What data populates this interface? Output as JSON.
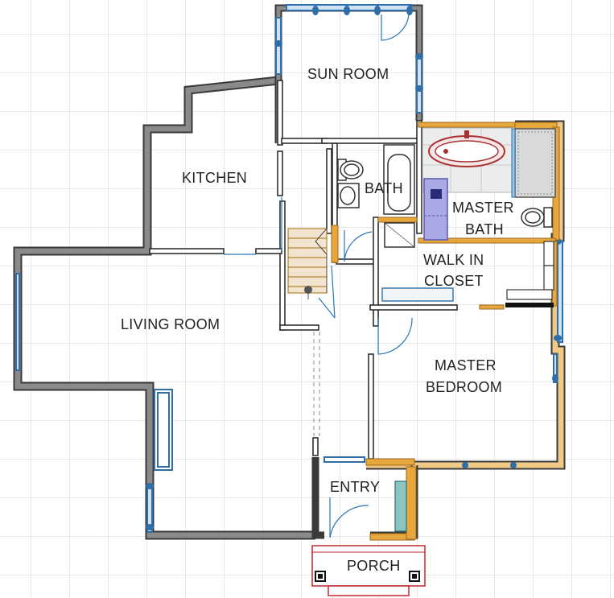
{
  "rooms": {
    "sun_room": "SUN ROOM",
    "kitchen": "KITCHEN",
    "bath": "BATH",
    "master_bath_1": "MASTER",
    "master_bath_2": "BATH",
    "walk_in_1": "WALK IN",
    "walk_in_2": "CLOSET",
    "living_room": "LIVING ROOM",
    "master_bedroom_1": "MASTER",
    "master_bedroom_2": "BEDROOM",
    "entry": "ENTRY",
    "porch": "PORCH"
  },
  "colors": {
    "wall": "#7d7d7d",
    "wall_edge": "#3a3a3a",
    "interior_wall": "#ffffff",
    "wood": "#e8a73c",
    "tile": "#e2e2e2",
    "window": "#2f6ea8",
    "door_swing": "#2a78b8",
    "porch_red": "#c0282e",
    "tub_red": "#a83232",
    "vanity_blue": "#a9a9e6",
    "bench_teal": "#8dc3c1"
  }
}
